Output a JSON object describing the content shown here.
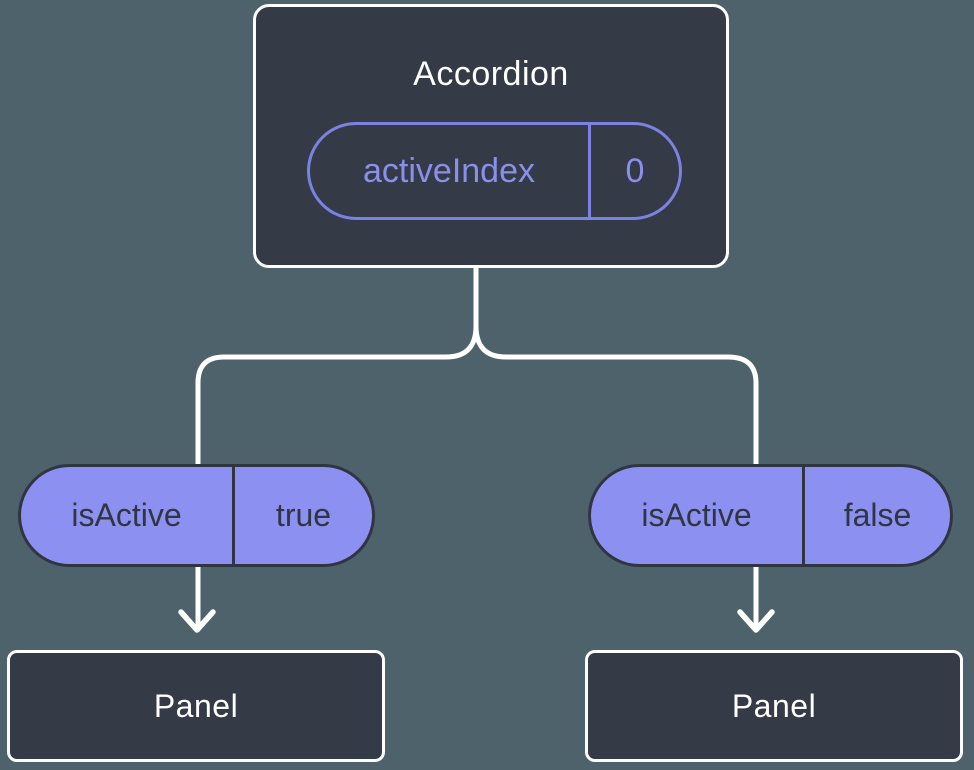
{
  "colors": {
    "background": "#4E626C",
    "node_fill": "#343B47",
    "node_border": "#FDFDFD",
    "node_text": "#FFFFFF",
    "state_pill_border": "#7C82E2",
    "state_pill_text": "#8A8FEC",
    "prop_pill_fill": "#8C90F0",
    "prop_pill_border": "#2F3642",
    "prop_pill_text": "#2F3642",
    "connector": "#FFFFFF"
  },
  "tree": {
    "root": {
      "label": "Accordion",
      "state": {
        "name": "activeIndex",
        "value": "0"
      }
    },
    "children": [
      {
        "prop": {
          "name": "isActive",
          "value": "true"
        },
        "child": {
          "label": "Panel"
        }
      },
      {
        "prop": {
          "name": "isActive",
          "value": "false"
        },
        "child": {
          "label": "Panel"
        }
      }
    ]
  }
}
